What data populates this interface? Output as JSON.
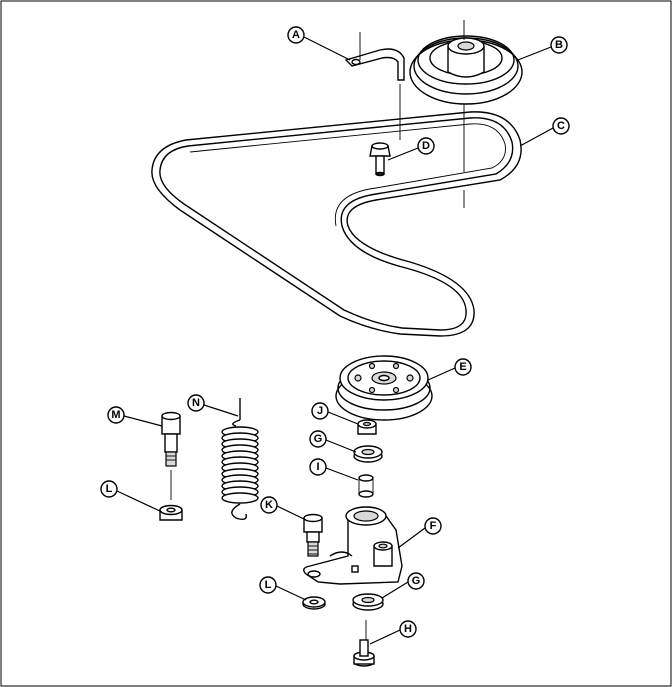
{
  "callouts": [
    {
      "id": "A",
      "label": "A"
    },
    {
      "id": "B",
      "label": "B"
    },
    {
      "id": "C",
      "label": "C"
    },
    {
      "id": "D",
      "label": "D"
    },
    {
      "id": "E",
      "label": "E"
    },
    {
      "id": "F",
      "label": "F"
    },
    {
      "id": "G1",
      "label": "G"
    },
    {
      "id": "G2",
      "label": "G"
    },
    {
      "id": "H",
      "label": "H"
    },
    {
      "id": "I",
      "label": "I"
    },
    {
      "id": "J",
      "label": "J"
    },
    {
      "id": "K",
      "label": "K"
    },
    {
      "id": "L1",
      "label": "L"
    },
    {
      "id": "L2",
      "label": "L"
    },
    {
      "id": "M",
      "label": "M"
    },
    {
      "id": "N",
      "label": "N"
    }
  ],
  "colors": {
    "line": "#000000",
    "background": "#ffffff",
    "shade": "#d8d8d8"
  }
}
